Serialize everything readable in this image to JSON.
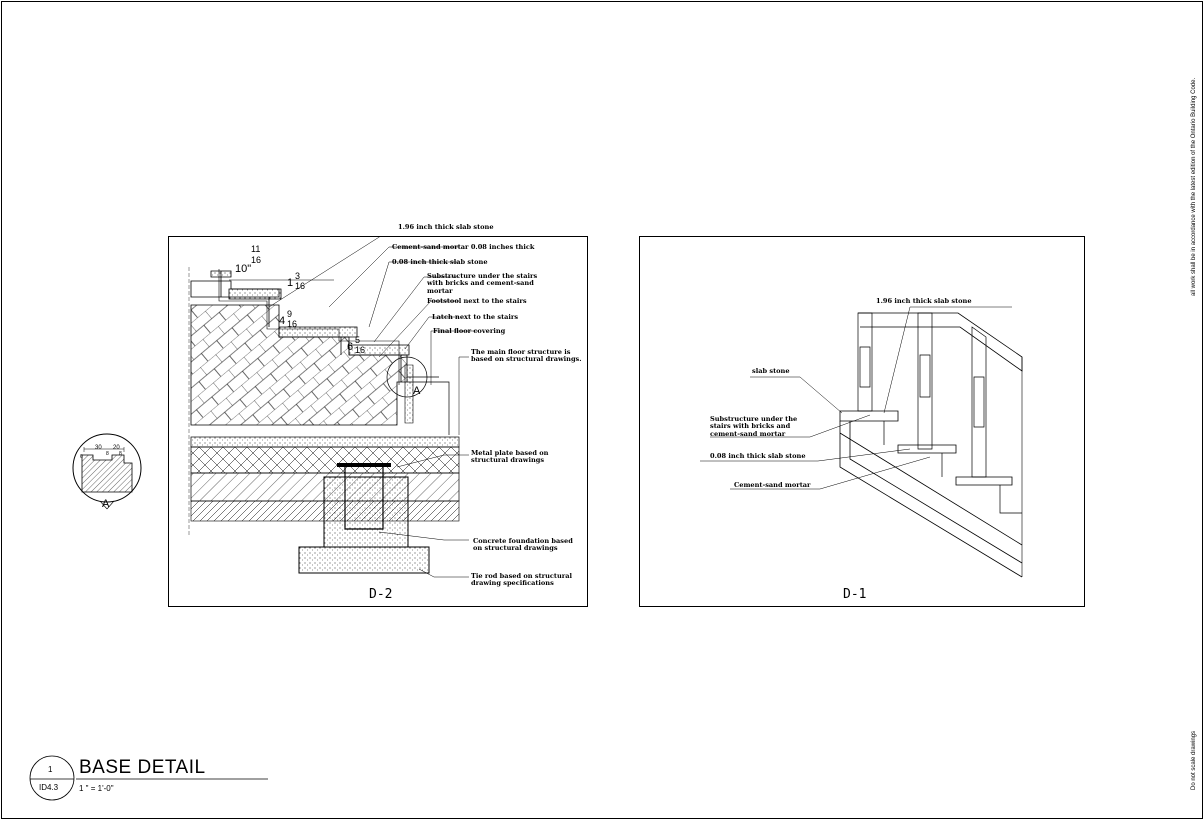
{
  "sheet": {
    "vertical_note_code": "all work shall be in accordance with the latest edition of the Ontario Building Code.",
    "vertical_note_scale": "Do not scale drawings"
  },
  "title_block": {
    "number": "1",
    "sheet_ref": "ID4.3",
    "title": "BASE DETAIL",
    "scale": "1 \" = 1'-0\""
  },
  "d2": {
    "title": "D-2",
    "labels": {
      "slab_stone_196": "1.96 inch thick slab stone",
      "mortar_008": "Cement-sand mortar 0.08 inches thick",
      "slab_stone_008": "0.08 inch thick slab stone",
      "substructure": "Substructure under the stairs\nwith bricks and cement-sand\nmortar",
      "footstool": "Footstool next to the stairs",
      "latch": "Latch next to the stairs",
      "final_floor": "Final floor covering",
      "main_floor": "The main floor structure is\nbased on structural drawings.",
      "metal_plate": "Metal plate based on\nstructural drawings",
      "concrete_foundation": "Concrete foundation based\non structural drawings",
      "tie_rod": "Tie rod based on structural\ndrawing specifications"
    },
    "dimensions": {
      "tread": "10\"",
      "d1_num": "11",
      "d1_den": "16",
      "d2_int": "1",
      "d2_num": "3",
      "d2_den": "16",
      "d3_int": "4",
      "d3_num": "9",
      "d3_den": "16",
      "d4_int": "6",
      "d4_num": "5",
      "d4_den": "16"
    },
    "callout_marker": "A"
  },
  "detail_a": {
    "marker": "A",
    "dim_left": "30",
    "dim_right": "20",
    "dim_small_1": "8",
    "dim_small_2": "8",
    "dim_side": "6"
  },
  "d1": {
    "title": "D-1",
    "labels": {
      "slab_stone_196": "1.96 inch thick slab stone",
      "slab_stone": "slab stone",
      "substructure": "Substructure under the\nstairs with bricks and\ncement-sand mortar",
      "slab_stone_008": "0.08 inch thick slab stone",
      "cement_sand_mortar": "Cement-sand mortar"
    }
  }
}
